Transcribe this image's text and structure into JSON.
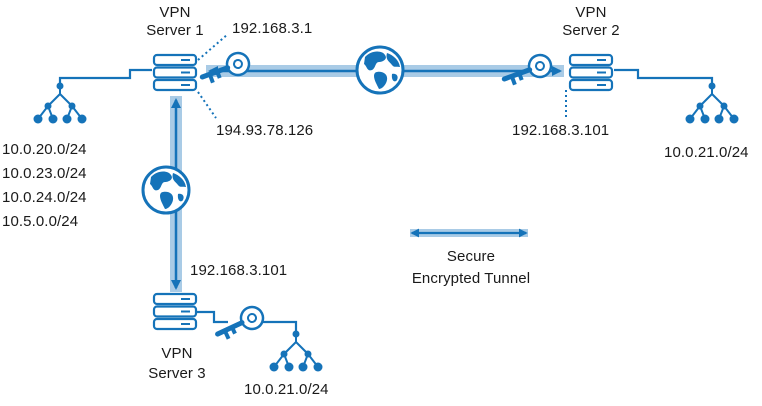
{
  "servers": [
    {
      "id": "server-1",
      "name_line1": "VPN",
      "name_line2": "Server 1"
    },
    {
      "id": "server-2",
      "name_line1": "VPN",
      "name_line2": "Server 2"
    },
    {
      "id": "server-3",
      "name_line1": "VPN",
      "name_line2": "Server 3"
    }
  ],
  "addresses": {
    "server1_tunnel_ip": "192.168.3.1",
    "server1_public_ip": "194.93.78.126",
    "server2_tunnel_ip": "192.168.3.101",
    "server3_tunnel_ip": "192.168.3.101"
  },
  "subnets": {
    "server1": [
      "10.0.20.0/24",
      "10.0.23.0/24",
      "10.0.24.0/24",
      "10.5.0.0/24"
    ],
    "server2": [
      "10.0.21.0/24"
    ],
    "server3": [
      "10.0.21.0/24"
    ]
  },
  "legend": {
    "line1": "Secure",
    "line2": "Encrypted Tunnel"
  },
  "colors": {
    "primary": "#1573b9",
    "tunnel_light": "#a9cbe6",
    "text": "#1a1a1a"
  },
  "icons": [
    "server-icon",
    "globe-icon",
    "key-icon",
    "network-tree-icon",
    "double-arrow-icon"
  ]
}
